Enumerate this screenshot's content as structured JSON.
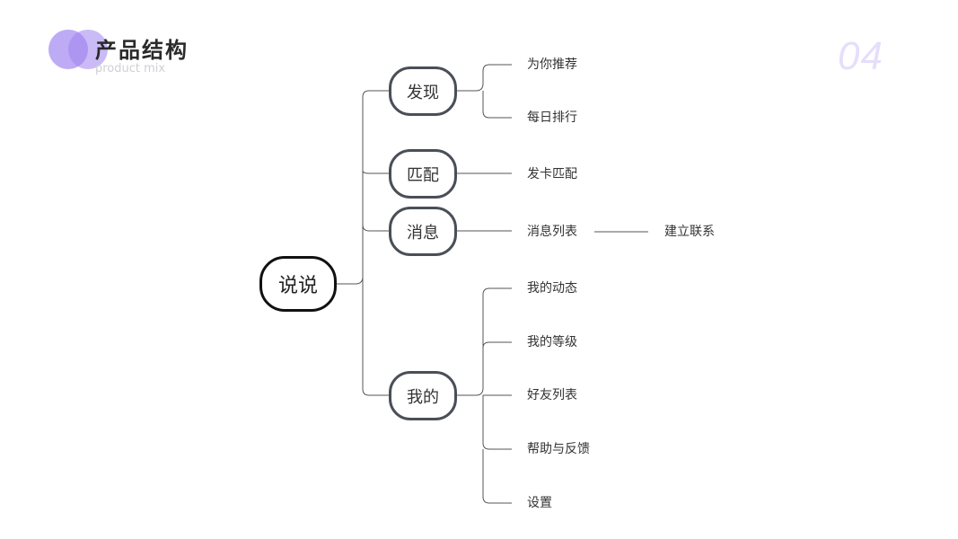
{
  "header": {
    "title": "产品结构",
    "subtitle": "product mix",
    "page_number": "04"
  },
  "mindmap": {
    "root": "说说",
    "branches": [
      {
        "label": "发现",
        "children": [
          "为你推荐",
          "每日排行"
        ]
      },
      {
        "label": "匹配",
        "children": [
          "发卡匹配"
        ]
      },
      {
        "label": "消息",
        "children": [
          "消息列表"
        ],
        "grandchild": "建立联系"
      },
      {
        "label": "我的",
        "children": [
          "我的动态",
          "我的等级",
          "好友列表",
          "帮助与反馈",
          "设置"
        ]
      }
    ]
  },
  "colors": {
    "accent": "#9f83ef",
    "accent_light": "#e6defb",
    "line": "#555555"
  }
}
